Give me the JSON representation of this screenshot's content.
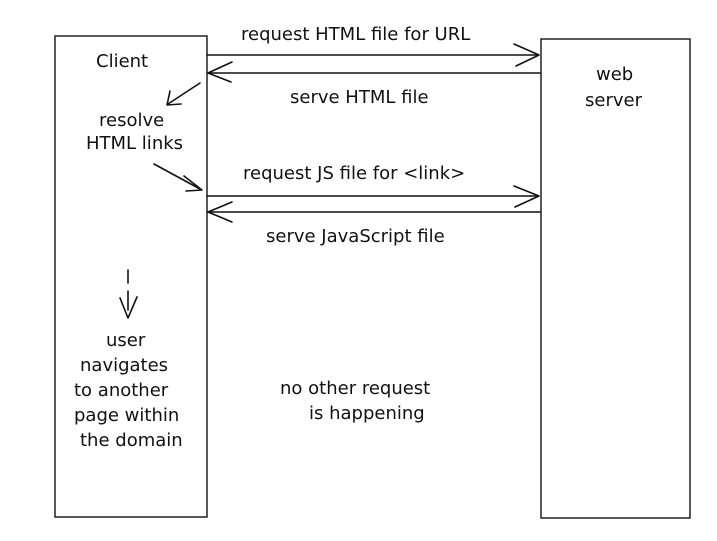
{
  "client": {
    "title": "Client",
    "resolve_line1": "resolve",
    "resolve_line2": "HTML links",
    "nav_lines": [
      "user",
      "navigates",
      "to another",
      "page within",
      "the domain"
    ]
  },
  "server": {
    "title_line1": "web",
    "title_line2": "server"
  },
  "messages": {
    "request_html": "request HTML file for URL",
    "serve_html": "serve HTML file",
    "request_js": "request JS file for <link>",
    "serve_js": "serve JavaScript file"
  },
  "note": {
    "line1": "no other request",
    "line2": "is happening"
  }
}
